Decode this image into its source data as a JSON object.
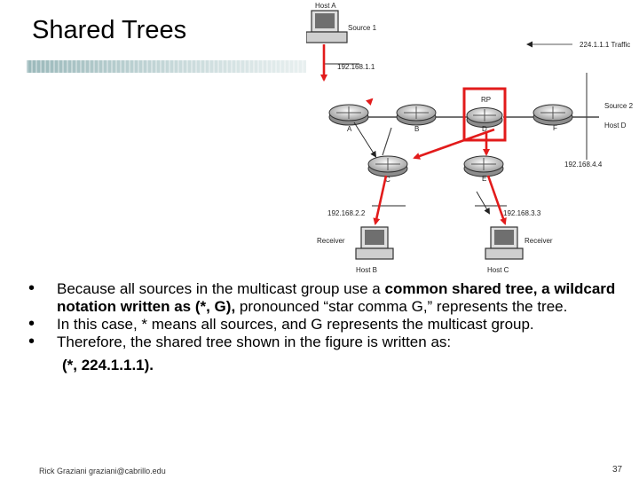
{
  "slide": {
    "title": "Shared Trees",
    "footer_author": "Rick Graziani  graziani@cabrillo.edu",
    "page_number": "37"
  },
  "figure": {
    "host_a": "Host A",
    "source1": "Source 1",
    "traffic": "224.1.1.1 Traffic",
    "ip_source1": "192.168.1.1",
    "rp": "RP",
    "router_a": "A",
    "router_b": "B",
    "router_c": "C",
    "router_d": "D",
    "router_e": "E",
    "router_f": "F",
    "source2": "Source 2",
    "host_d": "Host D",
    "ip_host_d": "192.168.4.4",
    "ip_host_b": "192.168.2.2",
    "ip_host_c": "192.168.3.3",
    "receiver_b": "Receiver",
    "receiver_c": "Receiver",
    "host_b": "Host B",
    "host_c": "Host C",
    "highlight_color": "#e21b1b"
  },
  "bullets": [
    {
      "pre": "Because all sources in the multicast group use a ",
      "bold": "common shared tree, a wildcard notation written as (*, G),",
      "post": " pronounced “star comma G,” represents the tree."
    },
    {
      "pre": "In this case, * means all sources, and G represents the multicast group.",
      "bold": "",
      "post": ""
    },
    {
      "pre": "Therefore, the shared tree shown in the figure is written as:",
      "bold": "",
      "post": ""
    }
  ],
  "formula": "(*, 224.1.1.1)."
}
